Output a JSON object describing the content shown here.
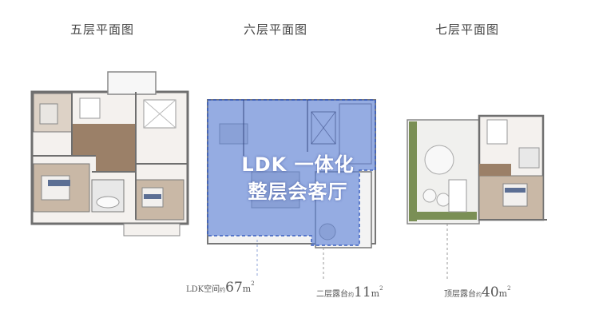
{
  "titles": {
    "floor5": "五层平面图",
    "floor6": "六层平面图",
    "floor7": "七层平面图"
  },
  "overlay": {
    "line1": "LDK 一体化",
    "line2": "整层会客厅"
  },
  "captions": {
    "ldk": {
      "label": "LDK空间",
      "about": "约",
      "value": "67",
      "unit": "m",
      "sup": "2"
    },
    "terrace2": {
      "label": "二层露台",
      "about": "约",
      "value": "11",
      "unit": "m",
      "sup": "2"
    },
    "roof": {
      "label": "顶层露台",
      "about": "约",
      "value": "40",
      "unit": "m",
      "sup": "2"
    }
  },
  "colors": {
    "overlay_fill": "#5b7fd6",
    "overlay_border": "#3b5fc0",
    "wall": "#6f6f6f",
    "wood": "#9b8068",
    "bedroom_floor": "#c9b8a6",
    "terrace_green": "#7a8f55"
  }
}
